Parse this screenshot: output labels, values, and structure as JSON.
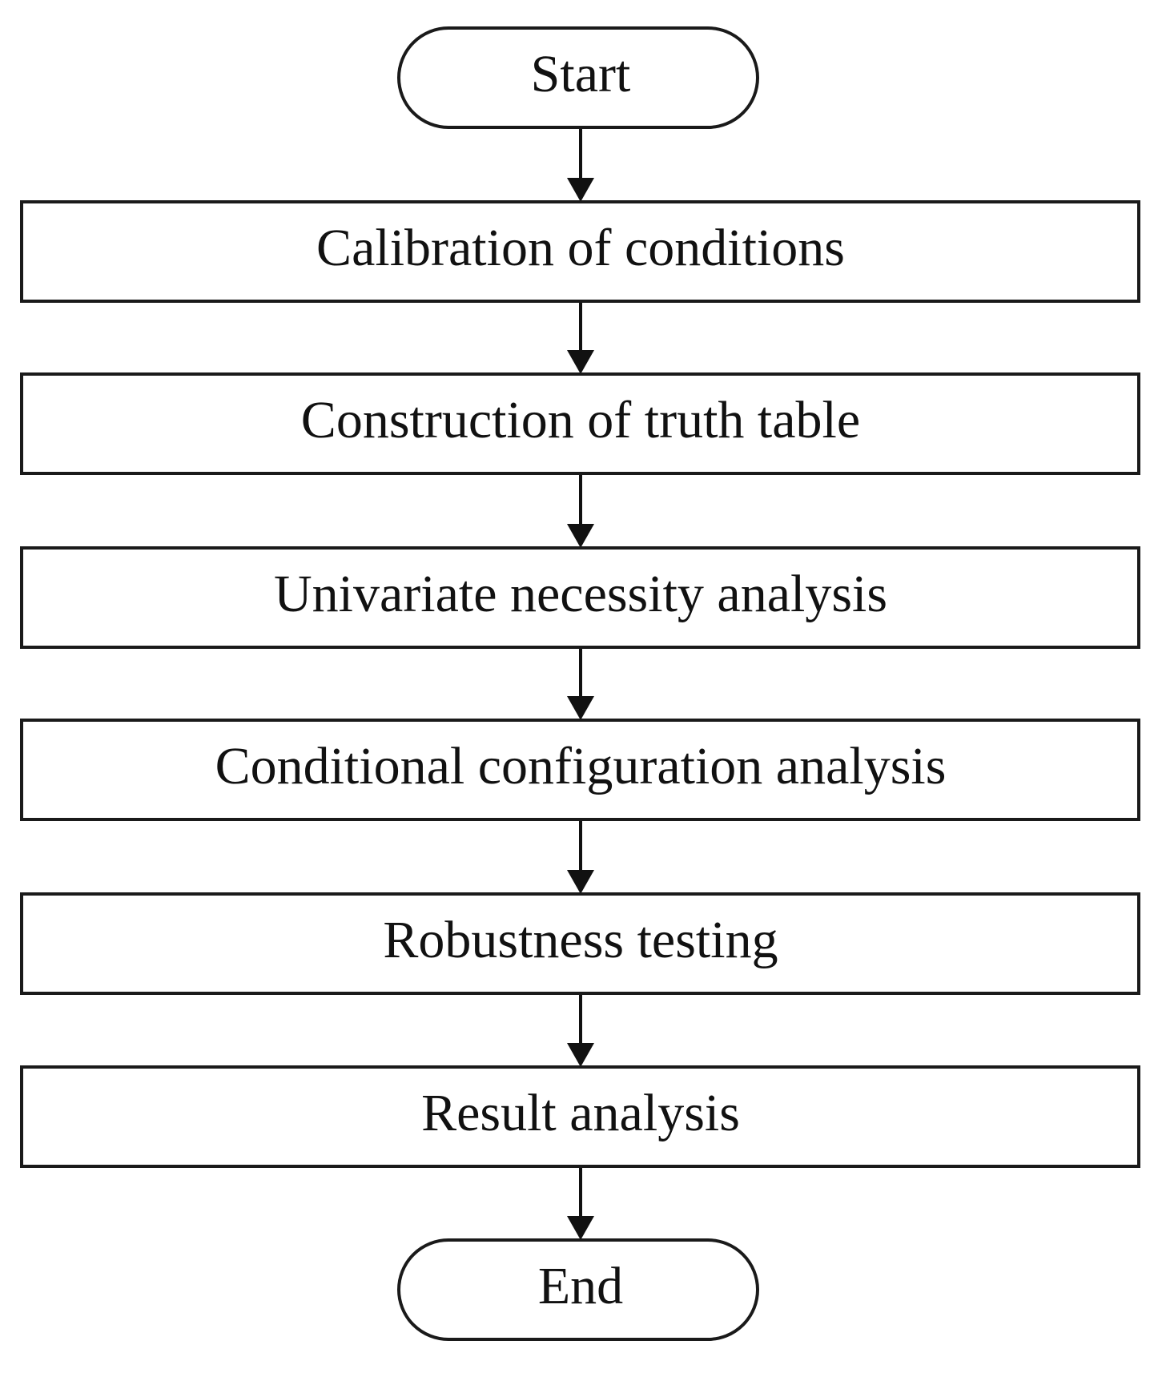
{
  "diagram": {
    "nodes": [
      {
        "id": "start",
        "label": "Start",
        "shape": "terminal"
      },
      {
        "id": "calibration",
        "label": "Calibration of conditions",
        "shape": "process"
      },
      {
        "id": "truth-table",
        "label": "Construction of truth table",
        "shape": "process"
      },
      {
        "id": "necessity",
        "label": "Univariate necessity analysis",
        "shape": "process"
      },
      {
        "id": "configuration",
        "label": "Conditional configuration analysis",
        "shape": "process"
      },
      {
        "id": "robustness",
        "label": "Robustness testing",
        "shape": "process"
      },
      {
        "id": "result",
        "label": "Result analysis",
        "shape": "process"
      },
      {
        "id": "end",
        "label": "End",
        "shape": "terminal"
      }
    ],
    "edges": [
      {
        "from": "start",
        "to": "calibration"
      },
      {
        "from": "calibration",
        "to": "truth-table"
      },
      {
        "from": "truth-table",
        "to": "necessity"
      },
      {
        "from": "necessity",
        "to": "configuration"
      },
      {
        "from": "configuration",
        "to": "robustness"
      },
      {
        "from": "robustness",
        "to": "result"
      },
      {
        "from": "result",
        "to": "end"
      }
    ]
  }
}
